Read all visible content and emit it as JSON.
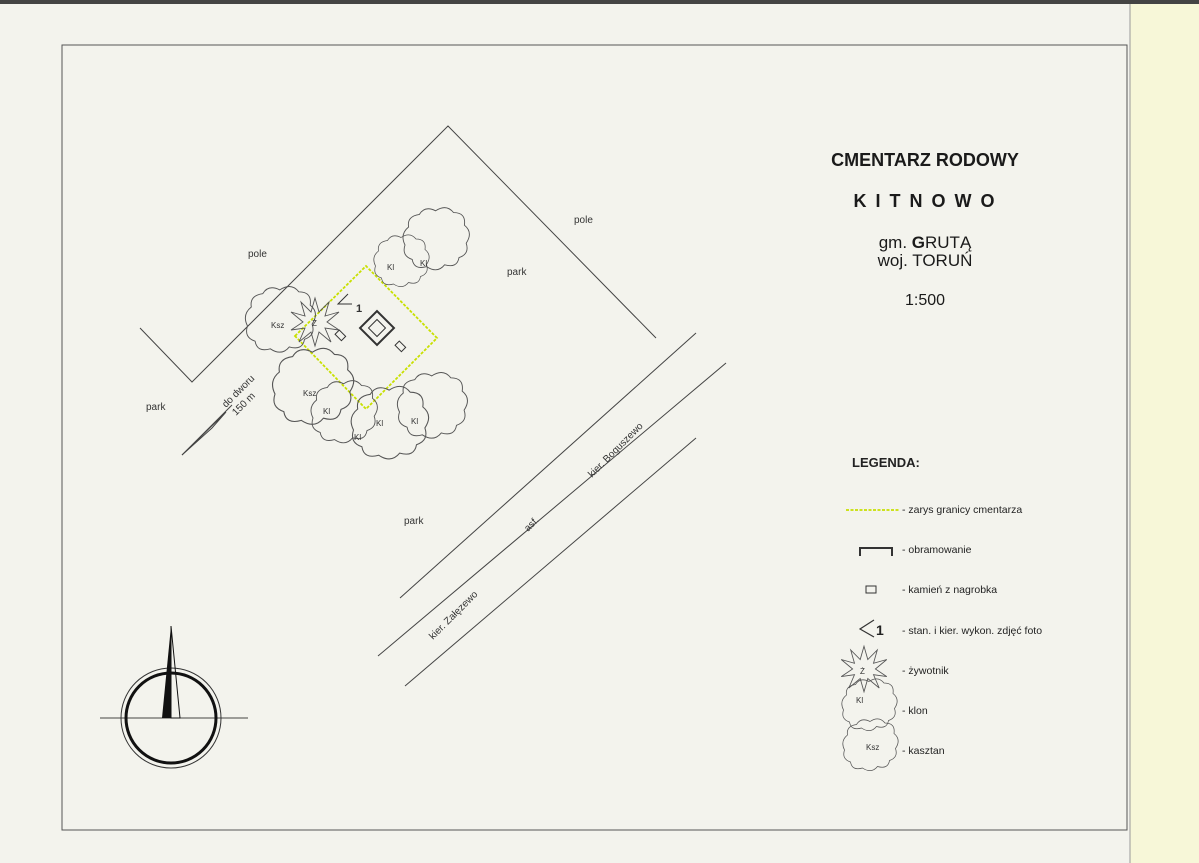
{
  "header": {
    "title": "CMENTARZ RODOWY",
    "place": "K I T N O W O",
    "gmina_prefix": "gm. ",
    "gmina_initial": "G",
    "gmina_rest": "RUTĄ",
    "wojewodztwo": "woj. TORUŃ",
    "scale": "1:500"
  },
  "map": {
    "labels": {
      "pole_left": "pole",
      "pole_right": "pole",
      "park_top": "park",
      "park_left": "park",
      "park_bottom": "park",
      "do_dworu": "do dworu",
      "distance": "150 m",
      "road_west": "kier. Załęzewo",
      "road_surface": "asf.",
      "road_east": "kier. Boguszewo",
      "photo_station": "1"
    },
    "tree_codes": {
      "klon": "Kl",
      "kasztan": "Ksz",
      "zywotnik": "Ż"
    }
  },
  "legend": {
    "title": "LEGENDA:",
    "items": [
      {
        "icon": "boundary-line-icon",
        "label": "- zarys granicy cmentarza"
      },
      {
        "icon": "frame-icon",
        "label": "- obramowanie"
      },
      {
        "icon": "stone-icon",
        "label": "- kamień z nagrobka"
      },
      {
        "icon": "photo-station-icon",
        "label": "- stan. i kier. wykon. zdjęć foto"
      },
      {
        "icon": "arborvitae-icon",
        "label": "- żywotnik"
      },
      {
        "icon": "maple-icon",
        "label": "- klon"
      },
      {
        "icon": "chestnut-icon",
        "label": "- kasztan"
      }
    ]
  },
  "colors": {
    "paper": "#f3f3ed",
    "ink": "#2a2a2a",
    "boundary": "#c8e000",
    "side_strip": "#f7f7d8"
  }
}
